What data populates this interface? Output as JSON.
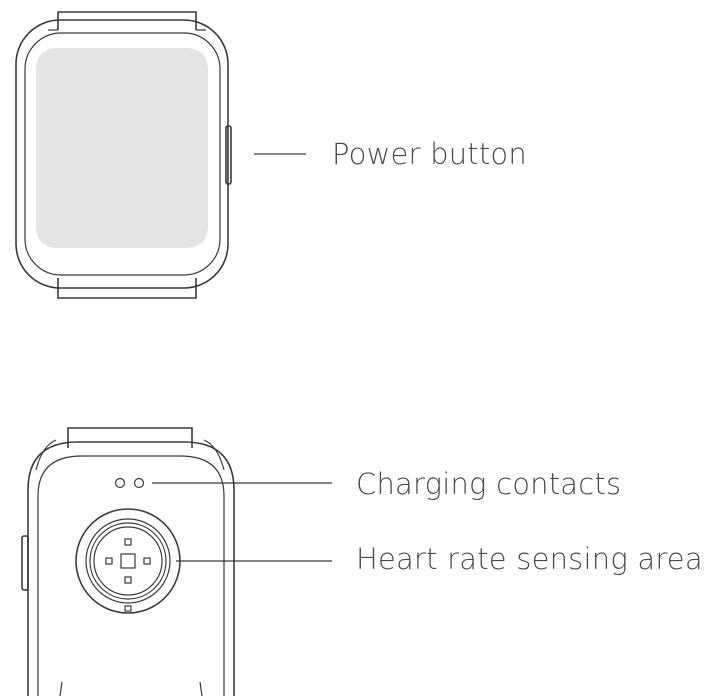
{
  "labels": {
    "power_button": "Power button",
    "charging_contacts": "Charging contacts",
    "heart_rate": "Heart rate sensing area"
  },
  "colors": {
    "line": "#3a3a3a",
    "screen": "#e4e4e4",
    "text": "#4a4a4a"
  }
}
